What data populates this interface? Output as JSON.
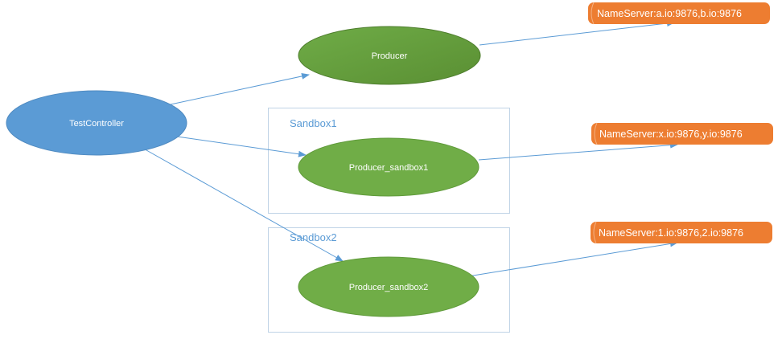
{
  "nodes": {
    "test_controller": "TestController",
    "producer": "Producer",
    "producer_sandbox1": "Producer_sandbox1",
    "producer_sandbox2": "Producer_sandbox2"
  },
  "sandboxes": {
    "sandbox1": "Sandbox1",
    "sandbox2": "Sandbox2"
  },
  "name_servers": {
    "producer": "NameServer:a.io:9876,b.io:9876",
    "sandbox1": "NameServer:x.io:9876,y.io:9876",
    "sandbox2": "NameServer:1.io:9876,2.io:9876"
  },
  "colors": {
    "controller_fill": "#5b9bd5",
    "producer_fill": "#70ad47",
    "producer_dark_fill": "#5e9434",
    "name_server_fill": "#ed7d31",
    "edge": "#5b9bd5",
    "sandbox_border": "#bfd3e6"
  }
}
